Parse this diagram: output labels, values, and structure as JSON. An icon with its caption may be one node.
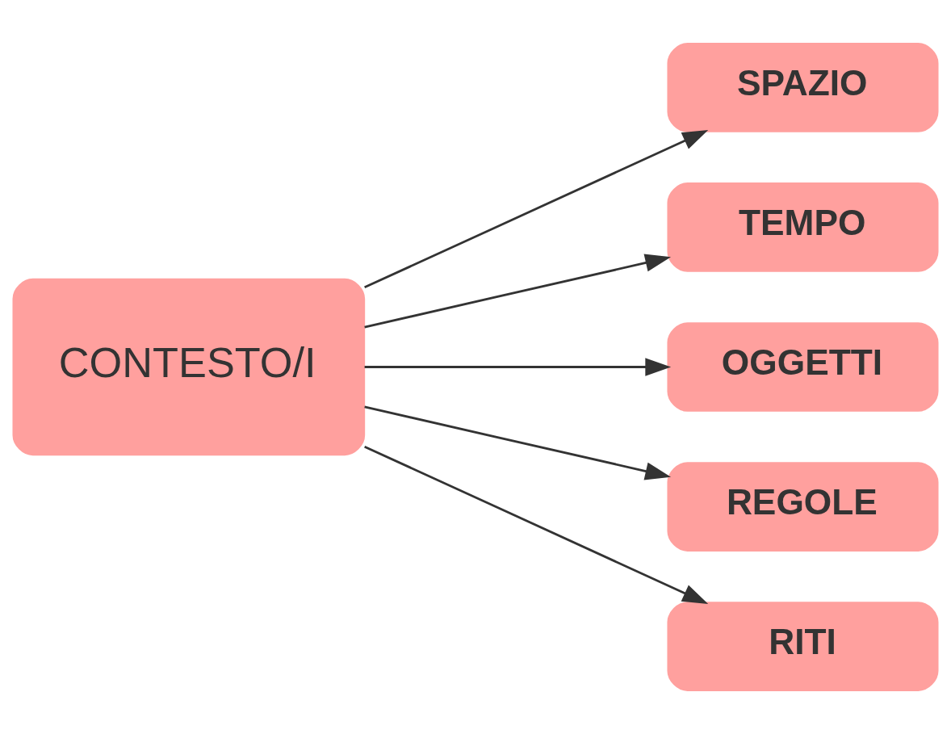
{
  "diagram": {
    "nodes": [
      {
        "text": [
          "CONTESTO/I"
        ]
      },
      {
        "text": [
          "SPAZIO"
        ]
      },
      {
        "text": [
          "TEMPO"
        ]
      },
      {
        "text": [
          "OGGETTI"
        ]
      },
      {
        "text": [
          "REGOLE"
        ]
      },
      {
        "text": [
          "RITI"
        ]
      }
    ],
    "edges": [
      {
        "from": 0,
        "to": 1,
        "arrow": "to"
      },
      {
        "from": 0,
        "to": 2,
        "arrow": "to"
      },
      {
        "from": 0,
        "to": 3,
        "arrow": "to"
      },
      {
        "from": 0,
        "to": 4,
        "arrow": "to"
      },
      {
        "from": 0,
        "to": 5,
        "arrow": "to"
      }
    ]
  }
}
